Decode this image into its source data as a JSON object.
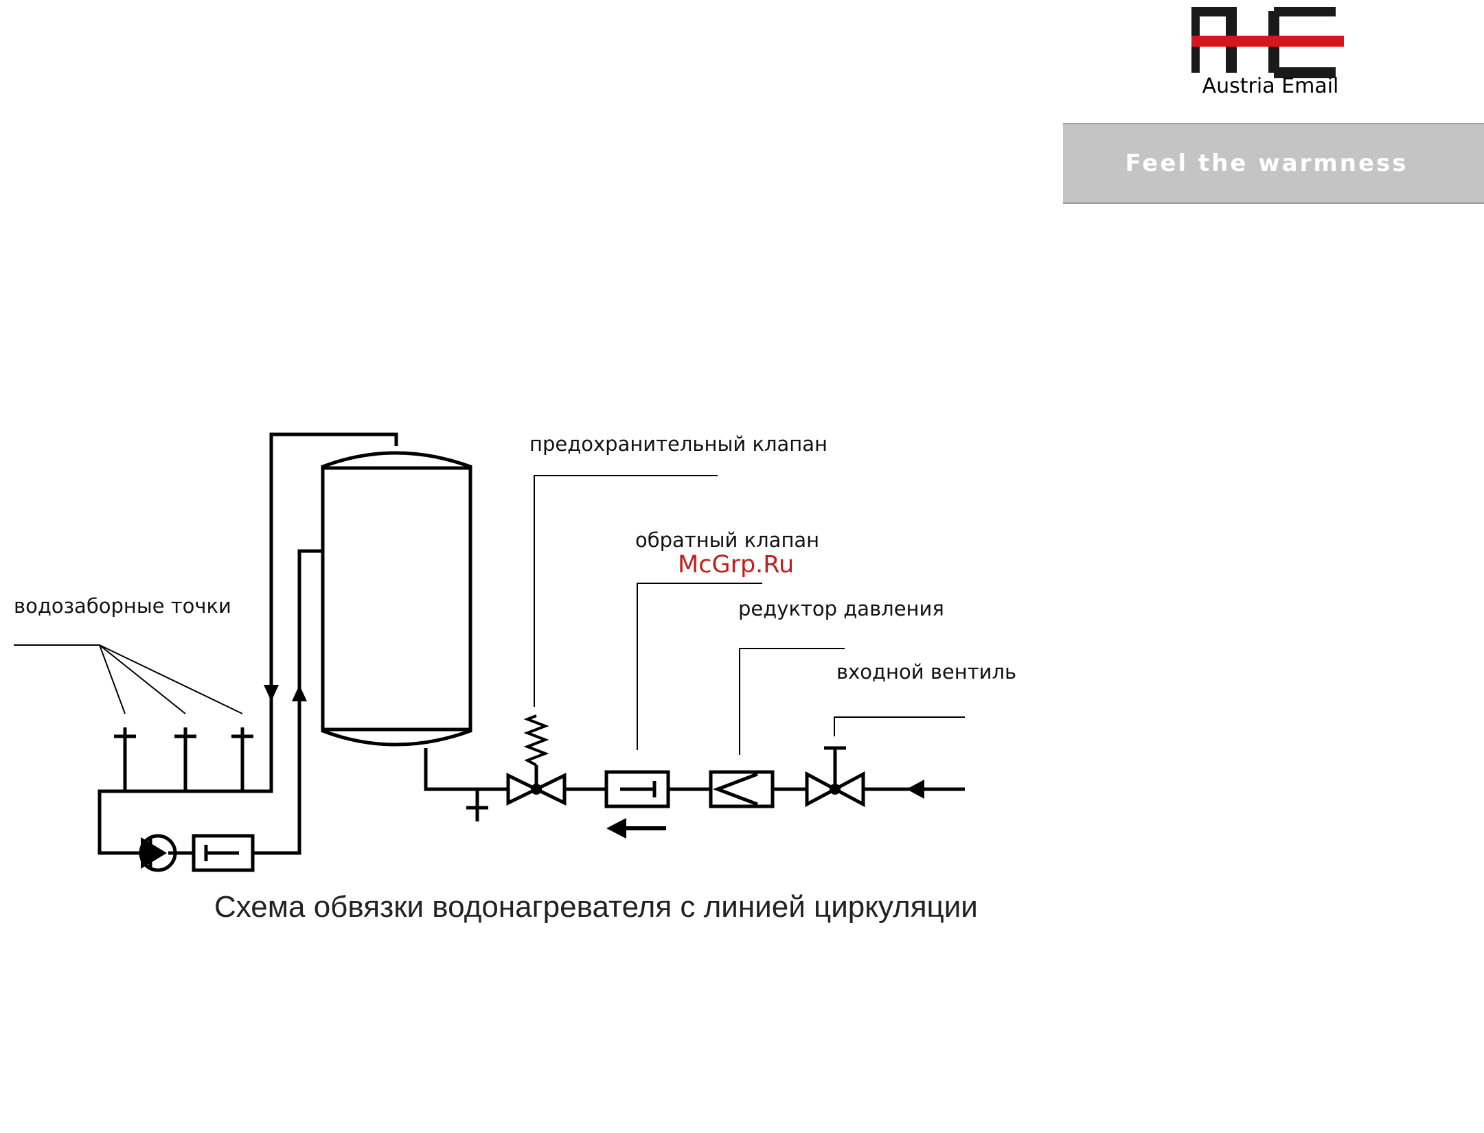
{
  "brand": {
    "logo_text": "Austria Email",
    "slogan": "Feel the warmness",
    "colors": {
      "logo_dark": "#1a1a1a",
      "logo_red": "#d8141e",
      "banner": "#c4c4c4",
      "banner_text": "#ffffff"
    }
  },
  "diagram": {
    "labels": {
      "safety_valve": "предохранительный клапан",
      "check_valve": "обратный клапан",
      "pressure_reducer": "редуктор давления",
      "inlet_valve": "входной вентиль",
      "draw_off_points": "водозаборные точки"
    },
    "caption": "Схема обвязки водонагревателя с линией циркуляции"
  },
  "watermark": {
    "text": "McGrp.Ru",
    "color": "#c0201d"
  }
}
